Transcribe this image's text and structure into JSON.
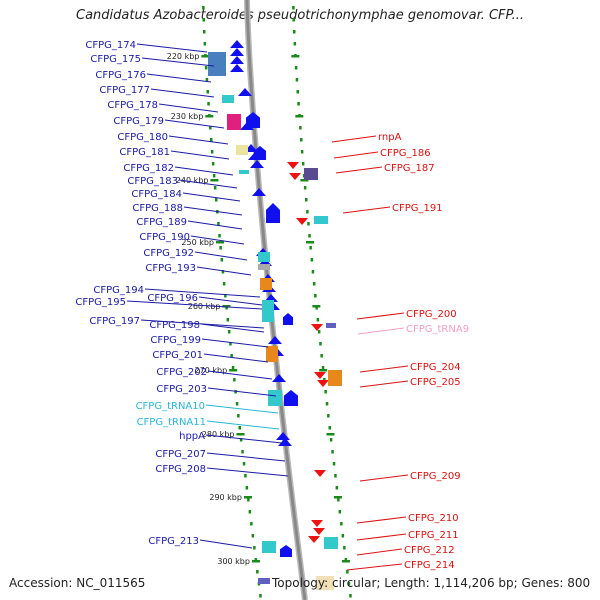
{
  "title": "Candidatus Azobacteroides pseudotrichonymphae genomovar. CFP...",
  "footer": {
    "accession": "Accession: NC_011565",
    "info": "Topology: circular; Length: 1,114,206 bp; Genes: 800"
  },
  "colors": {
    "left_label": "#1a1aa8",
    "right_label": "#dd1111",
    "trna_label": "#29b6d6",
    "trna_right_label": "#f0a0c8",
    "ring": "#888888",
    "tick": "#1a8a1a",
    "forward_arrow": "#1010ee",
    "reverse_arrow": "#ee1111"
  },
  "scale_labels": [
    "220 kbp",
    "230 kbp",
    "240 kbp",
    "250 kbp",
    "260 kbp",
    "270 kbp",
    "280 kbp",
    "290 kbp",
    "300 kbp"
  ],
  "left_genes": [
    {
      "name": "CFPG_174",
      "kind": "gene"
    },
    {
      "name": "CFPG_175",
      "kind": "gene"
    },
    {
      "name": "CFPG_176",
      "kind": "gene"
    },
    {
      "name": "CFPG_177",
      "kind": "gene"
    },
    {
      "name": "CFPG_178",
      "kind": "gene"
    },
    {
      "name": "CFPG_179",
      "kind": "gene"
    },
    {
      "name": "CFPG_180",
      "kind": "gene"
    },
    {
      "name": "CFPG_181",
      "kind": "gene"
    },
    {
      "name": "CFPG_182",
      "kind": "gene"
    },
    {
      "name": "CFPG_183",
      "kind": "gene"
    },
    {
      "name": "CFPG_184",
      "kind": "gene"
    },
    {
      "name": "CFPG_188",
      "kind": "gene"
    },
    {
      "name": "CFPG_189",
      "kind": "gene"
    },
    {
      "name": "CFPG_190",
      "kind": "gene"
    },
    {
      "name": "CFPG_192",
      "kind": "gene"
    },
    {
      "name": "CFPG_193",
      "kind": "gene"
    },
    {
      "name": "CFPG_194",
      "kind": "gene"
    },
    {
      "name": "CFPG_195",
      "kind": "gene"
    },
    {
      "name": "CFPG_196",
      "kind": "gene"
    },
    {
      "name": "CFPG_197",
      "kind": "gene"
    },
    {
      "name": "CFPG_198",
      "kind": "gene"
    },
    {
      "name": "CFPG_199",
      "kind": "gene"
    },
    {
      "name": "CFPG_201",
      "kind": "gene"
    },
    {
      "name": "CFPG_202",
      "kind": "gene"
    },
    {
      "name": "CFPG_203",
      "kind": "gene"
    },
    {
      "name": "CFPG_tRNA10",
      "kind": "trna"
    },
    {
      "name": "CFPG_tRNA11",
      "kind": "trna"
    },
    {
      "name": "hppA",
      "kind": "gene"
    },
    {
      "name": "CFPG_207",
      "kind": "gene"
    },
    {
      "name": "CFPG_208",
      "kind": "gene"
    },
    {
      "name": "CFPG_213",
      "kind": "gene"
    }
  ],
  "right_genes": [
    {
      "name": "rnpA",
      "kind": "gene"
    },
    {
      "name": "CFPG_186",
      "kind": "gene"
    },
    {
      "name": "CFPG_187",
      "kind": "gene"
    },
    {
      "name": "CFPG_191",
      "kind": "gene"
    },
    {
      "name": "CFPG_200",
      "kind": "gene"
    },
    {
      "name": "CFPG_tRNA9",
      "kind": "trna"
    },
    {
      "name": "CFPG_204",
      "kind": "gene"
    },
    {
      "name": "CFPG_205",
      "kind": "gene"
    },
    {
      "name": "CFPG_209",
      "kind": "gene"
    },
    {
      "name": "CFPG_210",
      "kind": "gene"
    },
    {
      "name": "CFPG_211",
      "kind": "gene"
    },
    {
      "name": "CFPG_212",
      "kind": "gene"
    },
    {
      "name": "CFPG_214",
      "kind": "gene"
    }
  ]
}
